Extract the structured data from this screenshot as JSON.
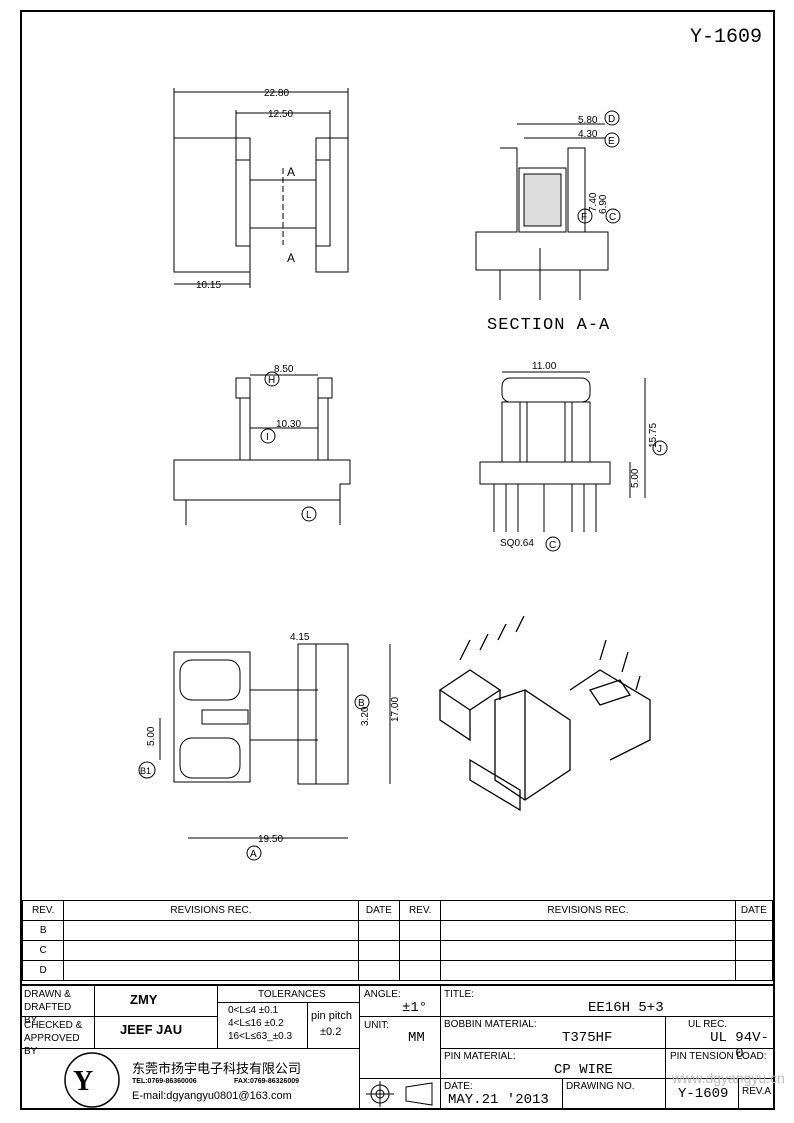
{
  "drawing_id": "Y-1609",
  "dims": {
    "d1": "22.80",
    "d2": "12.50",
    "d3": "10.15",
    "a_top": "A",
    "a_bottom": "A",
    "d4": "5.80",
    "d5": "4.30",
    "d6": "7.40",
    "d7": "6.90",
    "d8": "8.50",
    "d9": "10.30",
    "d10": "11.00",
    "d11": "15.75",
    "d12": "5.00",
    "d13": "SQ0.64",
    "d14": "4.15",
    "d15": "3.20",
    "d16": "17.00",
    "d17": "5.00",
    "d18": "19.50",
    "c_D": "D",
    "c_E": "E",
    "c_F": "F",
    "c_C": "C",
    "c_H": "H",
    "c_I": "I",
    "c_J": "J",
    "c_L": "L",
    "c_C2": "C",
    "c_B": "B",
    "c_B1": "B1",
    "c_A": "A"
  },
  "section_label": "SECTION A-A",
  "revisions": {
    "headers": [
      "REV.",
      "REVISIONS    REC.",
      "DATE",
      "REV.",
      "REVISIONS    REC.",
      "DATE"
    ],
    "rows": [
      "B",
      "C",
      "D"
    ]
  },
  "title_block": {
    "drawn_label": "DRAWN &\nDRAFTED BY",
    "drawn_by": "ZMY",
    "checked_label": "CHECKED &\nAPPROVED BY",
    "checked_by": "JEEF JAU",
    "tolerances_label": "TOLERANCES",
    "tol_rows": [
      "0<L≤4    ±0.1",
      "4<L≤16  ±0.2",
      "16<L≤63_±0.3"
    ],
    "pin_pitch_label": "pin pitch",
    "pin_pitch_value": "±0.2",
    "angle_label": "ANGLE:",
    "angle_value": "±1°",
    "unit_label": "UNIT:",
    "unit_value": "MM",
    "title_label": "TITLE:",
    "title_value": "EE16H 5+3",
    "bobbin_label": "BOBBIN MATERIAL:",
    "bobbin_value": "T375HF",
    "ul_label": "UL REC.",
    "ul_value": "UL 94V-0",
    "pin_mat_label": "PIN MATERIAL:",
    "pin_mat_value": "CP WIRE",
    "pin_tension_label": "PIN TENSION LOAD:",
    "date_label": "DATE:",
    "date_value": "MAY.21 '2013",
    "drawing_no_label": "DRAWING NO.",
    "drawing_no_value": "Y-1609",
    "rev_label": "REV.A",
    "company_cn": "东莞市扬宇电子科技有限公司",
    "tel": "TEL:0769-86360006",
    "fax": "FAX:0769-86326009",
    "email": "E-mail:dgyangyu0801@163.com",
    "watermark": "www.dgyangyu.cn"
  }
}
